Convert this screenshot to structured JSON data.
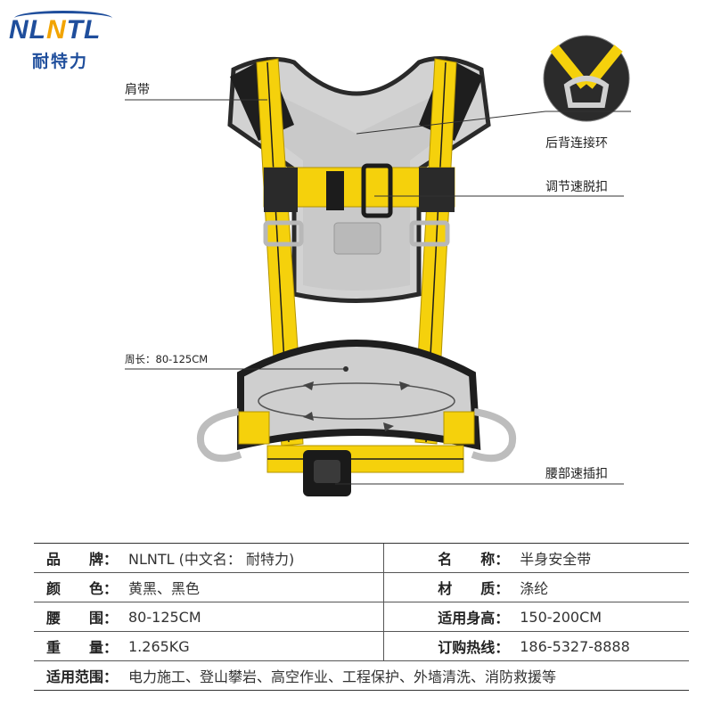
{
  "brand": {
    "logo_text": "NLNTL",
    "logo_cn": "耐特力"
  },
  "callouts": {
    "shoulder_strap": "肩带",
    "back_ring": "后背连接环",
    "quick_release": "调节速脱扣",
    "circumference": "周长：80-125CM",
    "waist_buckle": "腰部速插扣"
  },
  "specs": {
    "row1": {
      "k1": "品　　牌：",
      "v1": "NLNTL (中文名：  耐特力)",
      "k2": "名　　称：",
      "v2": "半身安全带"
    },
    "row2": {
      "k1": "颜　　色：",
      "v1": "黄黑、黑色",
      "k2": "材　　质：",
      "v2": "涤纶"
    },
    "row3": {
      "k1": "腰　　围：",
      "v1": "80-125CM",
      "k2": "适用身高：",
      "v2": "150-200CM"
    },
    "row4": {
      "k1": "重　　量：",
      "v1": "1.265KG",
      "k2": "订购热线：",
      "v2": "186-5327-8888"
    },
    "row5": {
      "k1": "适用范围：",
      "v1": "电力施工、登山攀岩、高空作业、工程保护、外墙清洗、消防救援等"
    }
  },
  "colors": {
    "strap_yellow": "#f5d10c",
    "strap_black": "#1c1c1c",
    "mesh_grey": "#c9c9c9",
    "logo_blue": "#1f4e9c",
    "logo_orange": "#f2a400"
  }
}
